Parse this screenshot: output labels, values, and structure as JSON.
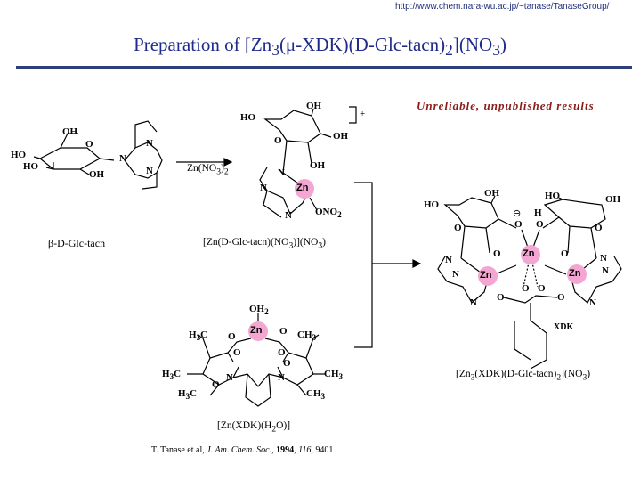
{
  "header": {
    "url": "http://www.chem.nara-wu.ac.jp/~tanase/TanaseGroup/",
    "title_parts": {
      "t1": "Preparation of [Zn",
      "s1": "3",
      "t2": "(μ-XDK)(D-Glc-tacn)",
      "s2": "2",
      "t3": "](NO",
      "s3": "3",
      "t4": ")"
    }
  },
  "note": "Unreliable, unpublished results",
  "reagent": {
    "t1": "Zn(NO",
    "s1": "3",
    "t2": ")",
    "s2": "2"
  },
  "ligand_caption": "β-D-Glc-tacn",
  "mono_caption": {
    "t1": "[Zn(D-Glc-tacn)(NO",
    "s1": "3",
    "t2": ")](NO",
    "s2": "3",
    "t3": ")"
  },
  "xdk_caption": {
    "t1": "[Zn(XDK)(H",
    "s1": "2",
    "t2": "O)]"
  },
  "product_caption": {
    "t1": "[Zn",
    "s1": "3",
    "t2": "(XDK)(D-Glc-tacn)",
    "s2": "2",
    "t3": "](NO",
    "s3": "3",
    "t4": ")"
  },
  "reference": {
    "authors": "T. Tanase et al, ",
    "journal": "J. Am. Chem. Soc.",
    "sep1": ", ",
    "year": "1994",
    "sep2": ", ",
    "volume": "116",
    "pages": ", 9401"
  },
  "atoms": {
    "oh": "OH",
    "ho": "HO",
    "o": "O",
    "n": "N",
    "zn": "Zn",
    "h": "H",
    "ono": "ONO",
    "ono_sub": "2",
    "oh2": "OH",
    "oh2_sub": "2",
    "h3c": "H",
    "h3c_sub": "3",
    "h3c_c": "C",
    "ch3": "CH",
    "ch3_sub": "3",
    "plus": "+",
    "minus": "⊖",
    "xdk": "XDK"
  },
  "colors": {
    "zn_highlight": "#f4a6d2",
    "title": "#1f2a8a",
    "rule": "#2e3f7c",
    "note": "#8b1a1a"
  }
}
